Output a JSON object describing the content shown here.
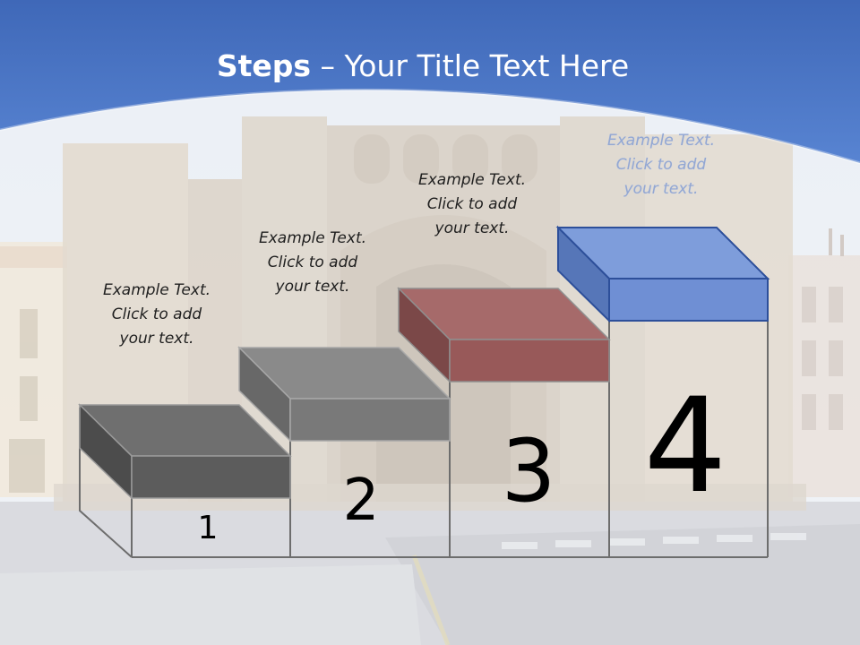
{
  "title": {
    "bold": "Steps",
    "rest": " – Your Title Text Here"
  },
  "steps": [
    {
      "number": "1",
      "lines": [
        "Example Text.",
        "Click  to add",
        "your text."
      ]
    },
    {
      "number": "2",
      "lines": [
        "Example Text.",
        "Click  to add",
        "your text."
      ]
    },
    {
      "number": "3",
      "lines": [
        "Example Text.",
        "Click  to add",
        "your text."
      ]
    },
    {
      "number": "4",
      "lines": [
        "Example Text.",
        "Click  to add",
        "your text."
      ]
    }
  ],
  "colors": {
    "header_blue": "#4a76c4",
    "step1": "#6e6e6e",
    "step2": "#8a8a8a",
    "step3": "#a46565",
    "step4": "#7b9ad6"
  }
}
